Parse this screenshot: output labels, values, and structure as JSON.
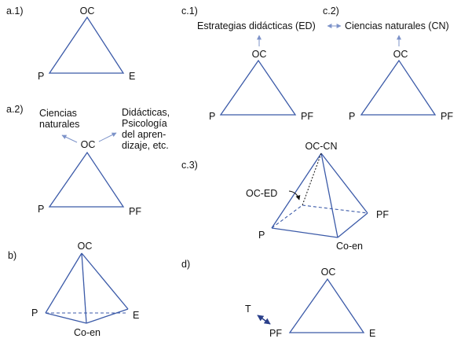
{
  "colors": {
    "edge": "#3b5aa8",
    "arrow": "#7d93c9",
    "text": "#111111"
  },
  "a1": {
    "label": "a.1)",
    "top": "OC",
    "left": "P",
    "right": "E"
  },
  "a2": {
    "label": "a.2)",
    "top": "OC",
    "left": "P",
    "right": "PF",
    "left_note": [
      "Ciencias",
      "naturales"
    ],
    "right_note": [
      "Didácticas,",
      "Psicología",
      "del apren-",
      "dizaje, etc."
    ]
  },
  "b": {
    "label": "b)",
    "top": "OC",
    "left": "P",
    "right": "E",
    "bottom": "Co-en"
  },
  "c1": {
    "label": "c.1)",
    "note": "Estrategias didácticas (ED)",
    "top": "OC",
    "left": "P",
    "right": "PF"
  },
  "c2": {
    "label": "c.2)",
    "note": "Ciencias naturales (CN)",
    "top": "OC",
    "left": "P",
    "right": "PF"
  },
  "c3": {
    "label": "c.3)",
    "top": "OC-CN",
    "side": "OC-ED",
    "left": "P",
    "right": "PF",
    "bottom": "Co-en"
  },
  "d": {
    "label": "d)",
    "top": "OC",
    "left": "PF",
    "right": "E",
    "extra": "T"
  }
}
